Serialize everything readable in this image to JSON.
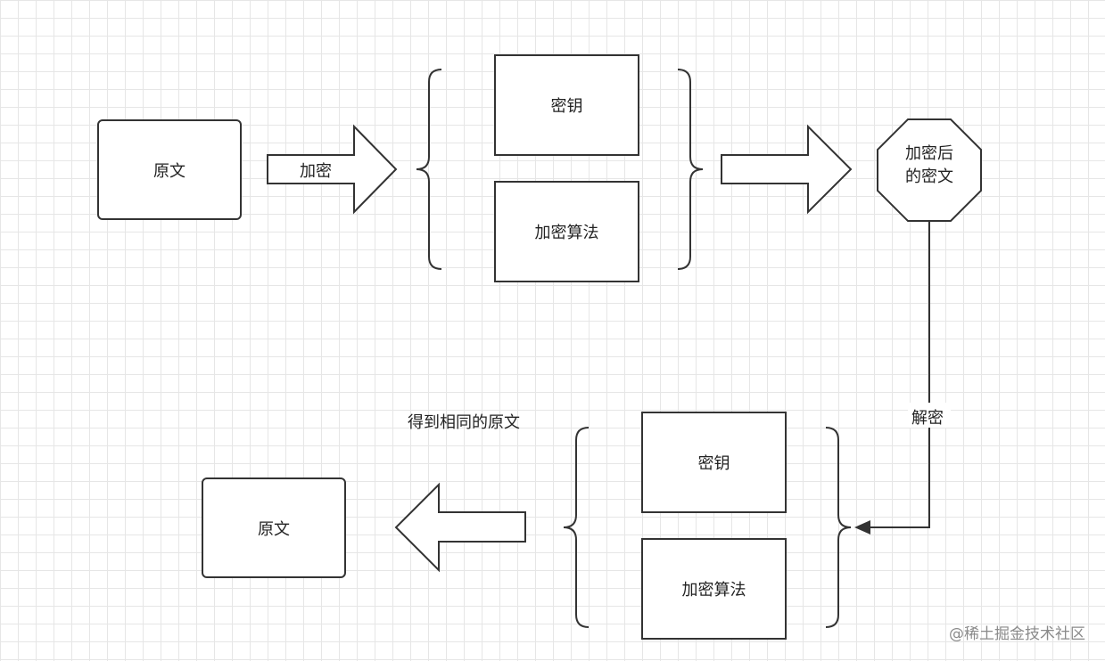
{
  "top": {
    "source": "原文",
    "encrypt_label": "加密",
    "key": "密钥",
    "algorithm": "加密算法",
    "ciphertext_line1": "加密后",
    "ciphertext_line2": "的密文"
  },
  "decrypt_label": "解密",
  "bottom": {
    "key": "密钥",
    "algorithm": "加密算法",
    "result_caption": "得到相同的原文",
    "result": "原文"
  },
  "watermark": "@稀土掘金技术社区"
}
